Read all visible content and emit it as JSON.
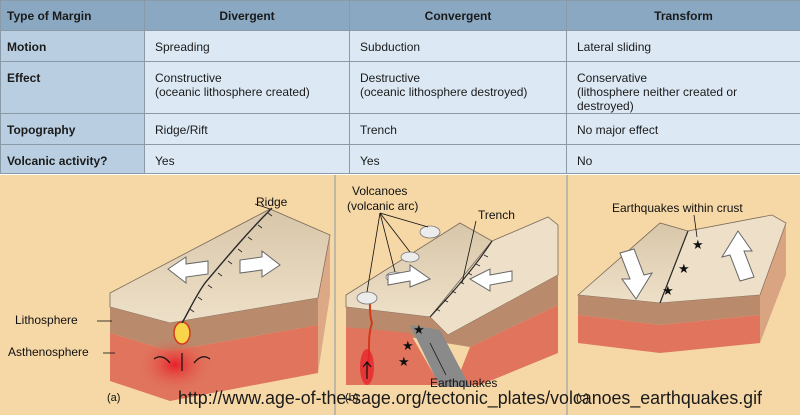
{
  "table": {
    "headers": [
      "Type of Margin",
      "Divergent",
      "Convergent",
      "Transform"
    ],
    "rows": [
      {
        "label": "Motion",
        "values": [
          "Spreading",
          "Subduction",
          "Lateral sliding"
        ]
      },
      {
        "label": "Effect",
        "values": [
          [
            "Constructive",
            "(oceanic lithosphere created)"
          ],
          [
            "Destructive",
            "(oceanic lithosphere destroyed)"
          ],
          [
            "Conservative",
            "(lithosphere neither created or",
            "destroyed)"
          ]
        ]
      },
      {
        "label": "Topography",
        "values": [
          "Ridge/Rift",
          "Trench",
          "No major effect"
        ]
      },
      {
        "label": "Volcanic activity?",
        "values": [
          "Yes",
          "Yes",
          "No"
        ]
      }
    ]
  },
  "diagrams": {
    "divergent": {
      "ridge_label": "Ridge",
      "lithosphere_label": "Lithosphere",
      "asthenosphere_label": "Asthenosphere",
      "panel_letter": "(a)"
    },
    "convergent": {
      "volcanoes_label_1": "Volcanoes",
      "volcanoes_label_2": "(volcanic arc)",
      "trench_label": "Trench",
      "earthquakes_label": "Earthquakes",
      "panel_letter": "(b)"
    },
    "transform": {
      "earthquakes_label": "Earthquakes within crust",
      "panel_letter": "(c)"
    }
  },
  "watermark": "http://www.age-of-the-sage.org/tectonic_plates/volcanoes_earthquakes.gif",
  "colors": {
    "header": "#8aa8c2",
    "row_label": "#b9cfe1",
    "cell": "#dce9f4",
    "diagram_bg": "#f6d7a6",
    "plate_top": "#e6d6bd",
    "lithosphere": "#b98a6c",
    "asthenosphere": "#e0745c"
  }
}
